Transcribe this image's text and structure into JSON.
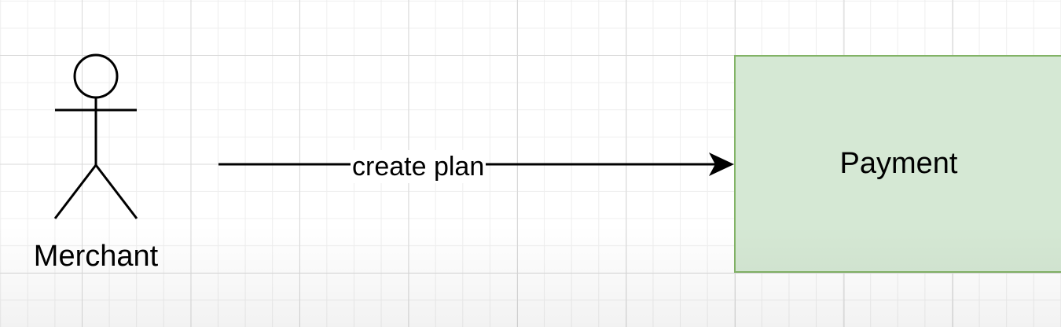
{
  "nodes": {
    "actor": {
      "label": "Merchant"
    },
    "payment": {
      "label": "Payment",
      "fill": "#d5e8d4",
      "stroke": "#82b366"
    }
  },
  "edges": [
    {
      "from": "Merchant",
      "to": "Payment",
      "label": "create plan"
    }
  ]
}
